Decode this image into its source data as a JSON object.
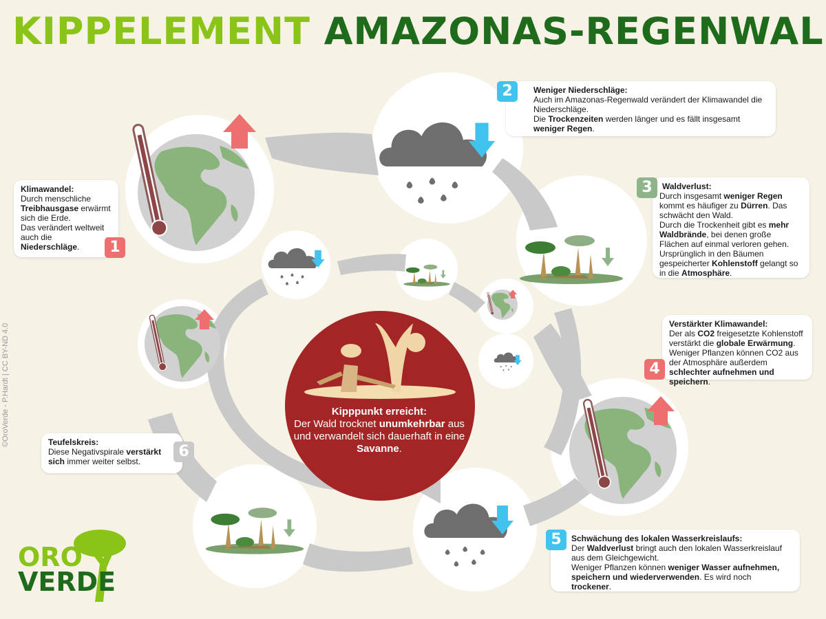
{
  "title": {
    "part1": "KIPPELEMENT",
    "part2": "AMAZONAS-REGENWALD"
  },
  "steps": [
    {
      "num": "1",
      "head": "Klimawandel:",
      "line1": "Durch menschliche",
      "bold1": "Treibhausgase",
      "line2": " erwärmt sich die Erde.",
      "line3": "Das verändert weltweit auch die",
      "bold2": "Niederschläge",
      "line4": "."
    },
    {
      "num": "2",
      "head": "Weniger Niederschläge:",
      "line1": "Auch im Amazonas-Regenwald verändert der Klimawandel die Niederschläge.",
      "line2": "Die ",
      "bold1": "Trockenzeiten",
      "line3": " werden länger und es fällt insgesamt ",
      "bold2": "weniger Regen",
      "line4": "."
    },
    {
      "num": "3",
      "head": "Waldverlust:",
      "line1": "Durch insgesamt ",
      "bold1": "weniger Regen",
      "line2": " kommt es häufiger zu ",
      "bold2": "Dürren",
      "line3": ". Das schwächt den Wald.",
      "line4": "Durch die Trockenheit gibt es ",
      "bold3": "mehr Waldbrände",
      "line5": ", bei denen große Flächen auf einmal verloren gehen.",
      "line6": "Ursprünglich in den Bäumen gespeicherter ",
      "bold4": "Kohlenstoff",
      "line7": " gelangt so in die ",
      "bold5": "Atmosphäre",
      "line8": "."
    },
    {
      "num": "4",
      "head": "Verstärkter Klimawandel:",
      "line1": "Der als ",
      "bold1": "CO2",
      "line2": " freigesetzte Kohlenstoff verstärkt die ",
      "bold2": "globale Erwärmung",
      "line3": ".",
      "line4": "Weniger Pflanzen können CO2 aus der Atmosphäre außerdem ",
      "bold3": "schlechter aufnehmen und speichern",
      "line5": "."
    },
    {
      "num": "5",
      "head": "Schwächung des lokalen Wasserkreislaufs:",
      "line1": "Der ",
      "bold1": "Waldverlust",
      "line2": " bringt auch den lokalen Wasserkreislauf aus dem Gleichgewicht.",
      "line3": "Weniger Pflanzen können ",
      "bold2": "weniger Wasser aufnehmen, speichern und wiederverwenden",
      "line4": ". Es wird noch ",
      "bold3": "trockener",
      "line5": "."
    },
    {
      "num": "6",
      "head": "Teufelskreis:",
      "line1": "Diese Negativspirale ",
      "bold1": "verstärkt sich",
      "line2": " immer weiter selbst."
    }
  ],
  "center": {
    "head": "Kipppunkt erreicht:",
    "line1": "Der Wald  trocknet ",
    "bold1": "unumkehrbar",
    "line2": " aus und verwandelt sich dauerhaft in eine ",
    "bold2": "Savanne",
    "line3": "."
  },
  "copyright": "©OroVerde - P.Hardt | CC BY-ND 4.0",
  "logo": {
    "line1": "ORO",
    "line2": "VERDE"
  },
  "colors": {
    "step1": "#ee6f6f",
    "step2": "#40c3ee",
    "step3": "#8fb48a",
    "step4": "#ee6f6f",
    "step5": "#40c3ee",
    "step6": "#c9c9c9",
    "center": "#a42525",
    "globe_ocean": "#cfcfcf",
    "globe_land": "#86b07a",
    "cloud": "#6e6e6e"
  }
}
